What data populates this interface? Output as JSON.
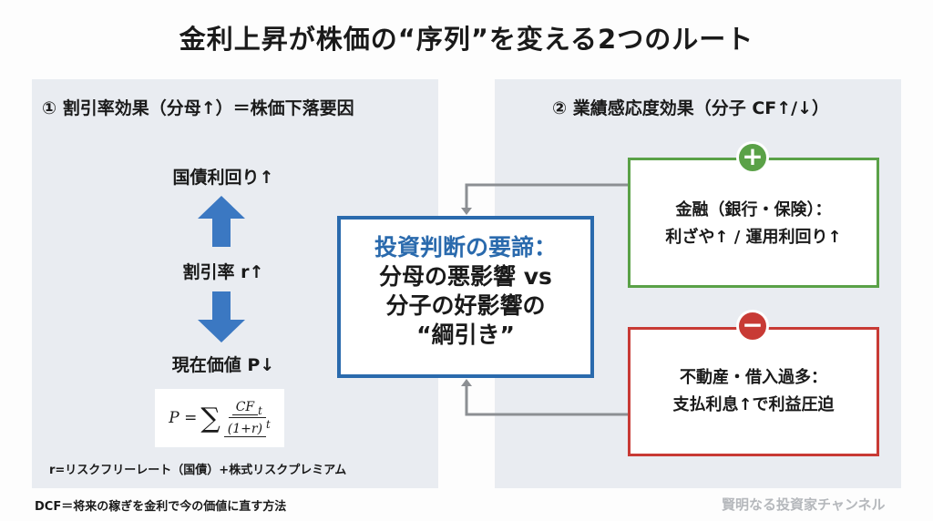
{
  "title": "金利上昇が株価の“序列”を変える2つのルート",
  "left": {
    "heading": "① 割引率効果（分母↑）＝株価下落要因",
    "step1": "国債利回り↑",
    "step2": "割引率 r↑",
    "step3": "現在価値 P↓",
    "formula": {
      "lhs": "P =",
      "sum": "∑",
      "numerator": "CF",
      "num_sub": "t",
      "denominator": "(1+r)",
      "den_sup": "t"
    },
    "note": "r=リスクフリーレート（国債）+株式リスクプレミアム"
  },
  "footer_note": "DCF＝将来の稼ぎを金利で今の価値に直す方法",
  "center": {
    "line1": "投資判断の要諦：",
    "line2": "分母の悪影響 vs",
    "line3": "分子の好影響の",
    "line4": "“綱引き”"
  },
  "right": {
    "heading": "② 業績感応度効果（分子 CF↑/↓）",
    "positive": {
      "symbol": "+",
      "line1": "金融（銀行・保険）：",
      "line2": "利ざや↑ / 運用利回り↑"
    },
    "negative": {
      "symbol": "−",
      "line1": "不動産・借入過多：",
      "line2": "支払利息↑で利益圧迫"
    }
  },
  "watermark": "賢明なる投資家チャンネル",
  "colors": {
    "blue": "#2a6aad",
    "green": "#5aa147",
    "red": "#c83a35",
    "panel": "#e9ecf1"
  }
}
